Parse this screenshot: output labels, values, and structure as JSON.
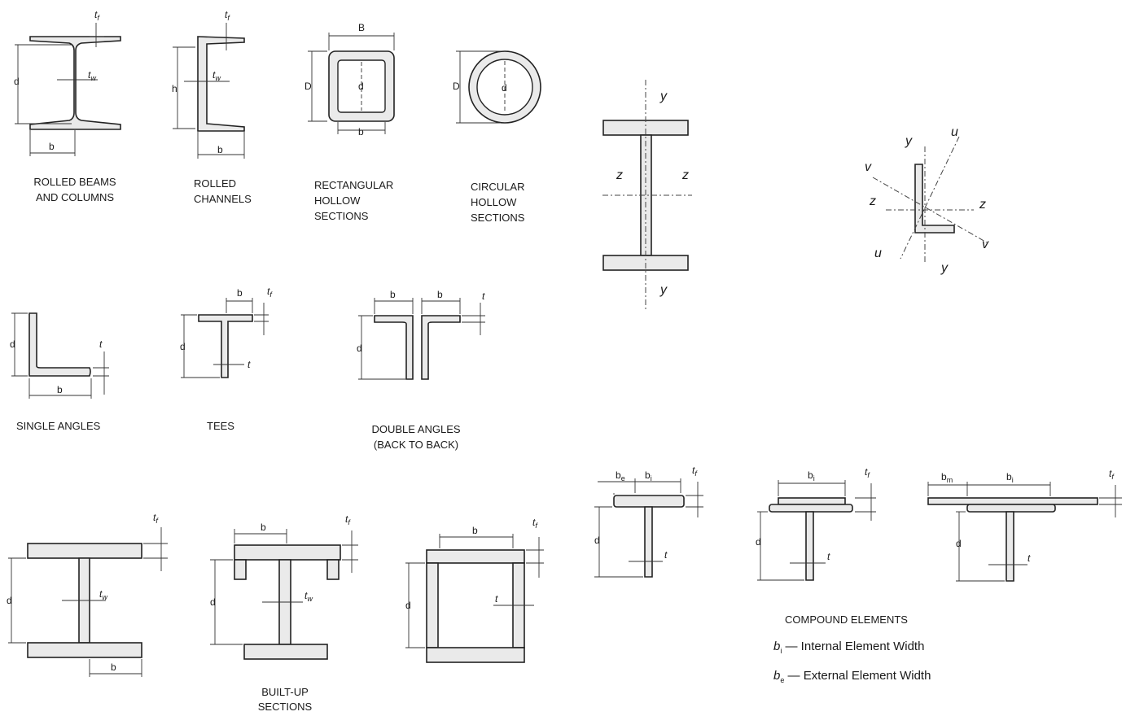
{
  "captions": {
    "rolled_beams": [
      "ROLLED BEAMS",
      "AND COLUMNS"
    ],
    "rolled_channels": [
      "ROLLED",
      "CHANNELS"
    ],
    "rect_hollow": [
      "RECTANGULAR",
      "HOLLOW",
      "SECTIONS"
    ],
    "circ_hollow": [
      "CIRCULAR",
      "HOLLOW",
      "SECTIONS"
    ],
    "single_angles": "SINGLE ANGLES",
    "tees": "TEES",
    "double_angles": [
      "DOUBLE ANGLES",
      "(BACK TO BACK)"
    ],
    "built_up": [
      "BUILT-UP",
      "SECTIONS"
    ],
    "compound": "COMPOUND ELEMENTS"
  },
  "legend": {
    "bi_symbol": "b",
    "bi_sub": "i",
    "bi_text": "— Internal Element Width",
    "be_symbol": "b",
    "be_sub": "e",
    "be_text": "— External Element Width"
  },
  "dim_labels": {
    "tf": "t",
    "tf_sub": "f",
    "tw": "t",
    "tw_sub": "w",
    "t": "t",
    "d": "d",
    "h": "h",
    "b": "b",
    "B": "B",
    "D": "D",
    "bi": "b",
    "bi_sub": "i",
    "be": "b",
    "be_sub": "e",
    "bm": "b",
    "bm_sub": "m"
  },
  "axis_labels": {
    "y": "y",
    "z": "z",
    "u": "u",
    "v": "v"
  }
}
